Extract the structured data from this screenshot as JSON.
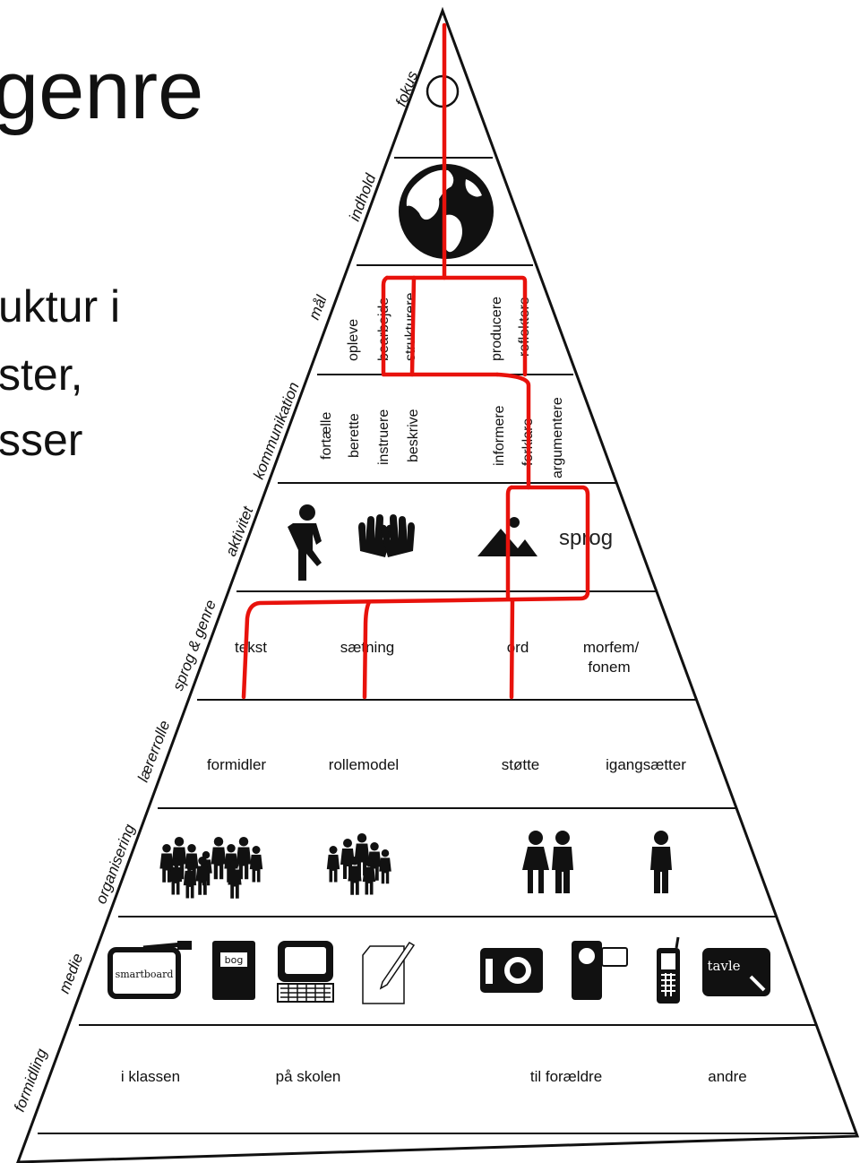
{
  "slide": {
    "title_fragment": "genre",
    "bullet_fragments": [
      "uktur i",
      "ster,",
      "sser"
    ]
  },
  "pyramid": {
    "levels": [
      {
        "name": "fokus",
        "items": []
      },
      {
        "name": "indhold",
        "items": []
      },
      {
        "name": "mål",
        "items": [
          "opleve",
          "bearbejde",
          "strukturere",
          "producere",
          "reflektere"
        ]
      },
      {
        "name": "kommunikation",
        "items": [
          "fortælle",
          "berette",
          "instruere",
          "beskrive",
          "informere",
          "forklare",
          "argumentere"
        ]
      },
      {
        "name": "aktivitet",
        "items": [
          "sprog"
        ]
      },
      {
        "name": "sprog & genre",
        "items": [
          "tekst",
          "sætning",
          "ord",
          "morfem/",
          "fonem"
        ]
      },
      {
        "name": "lærerrolle",
        "items": [
          "formidler",
          "rollemodel",
          "støtte",
          "igangsætter"
        ]
      },
      {
        "name": "organisering",
        "items": []
      },
      {
        "name": "medie",
        "items": [
          "smartboard",
          "bog",
          "tavle"
        ]
      },
      {
        "name": "formidling",
        "items": [
          "i klassen",
          "på skolen",
          "til forældre",
          "andre"
        ]
      }
    ]
  },
  "colors": {
    "path": "#e8120c",
    "ink": "#111111"
  },
  "icons": [
    "target-circle-icon",
    "globe-icon",
    "dancing-person-icon",
    "hands-icon",
    "mountain-sun-icon",
    "group-large-icon",
    "group-small-icon",
    "couple-icon",
    "single-person-icon",
    "smartboard-icon",
    "book-icon",
    "computer-icon",
    "paper-pencil-icon",
    "camera-icon",
    "video-camera-icon",
    "mobile-phone-icon",
    "tablet-icon"
  ]
}
